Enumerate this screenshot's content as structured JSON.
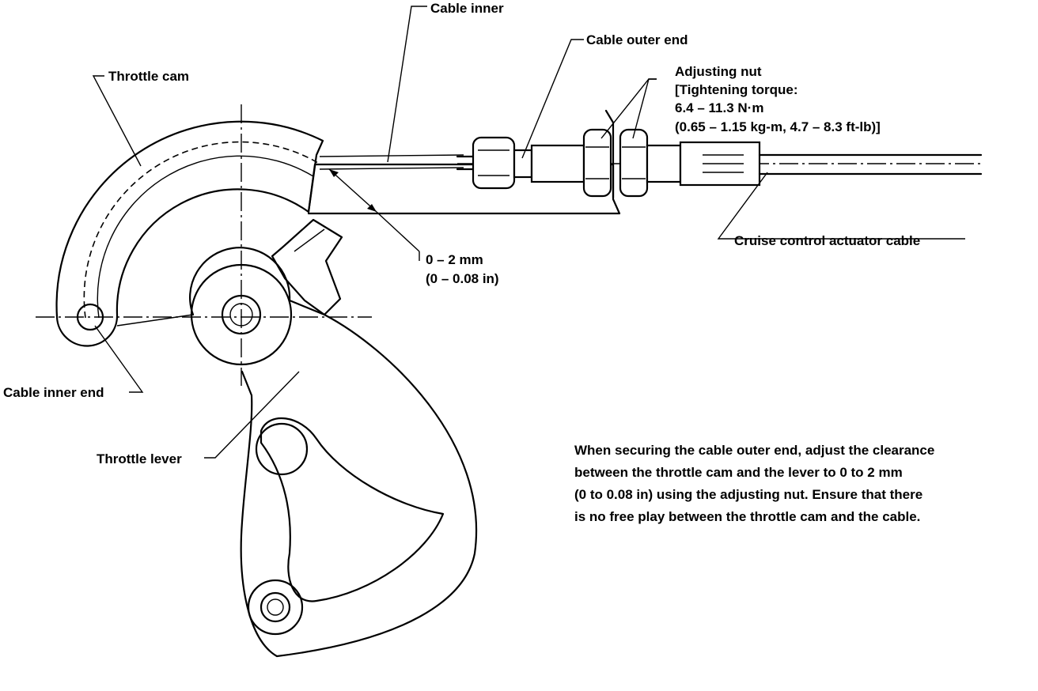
{
  "labels": {
    "cable_inner": "Cable inner",
    "cable_outer_end": "Cable outer end",
    "adjusting_nut": "Adjusting nut",
    "torque_heading": "[Tightening torque:",
    "torque_metric": "6.4 – 11.3 N·m",
    "torque_imperial": "(0.65 – 1.15 kg-m, 4.7 – 8.3 ft-lb)]",
    "throttle_cam": "Throttle cam",
    "clearance_mm": "0 – 2 mm",
    "clearance_in": "(0 – 0.08 in)",
    "cruise_cable": "Cruise control actuator cable",
    "cable_inner_end": "Cable inner end",
    "throttle_lever": "Throttle lever"
  },
  "note": {
    "line1": "When securing the cable outer end, adjust the clearance",
    "line2": "between the throttle cam and the lever to 0 to 2 mm",
    "line3": "(0 to 0.08 in) using the adjusting nut. Ensure that there",
    "line4": "is no free play between the throttle cam and the cable."
  }
}
